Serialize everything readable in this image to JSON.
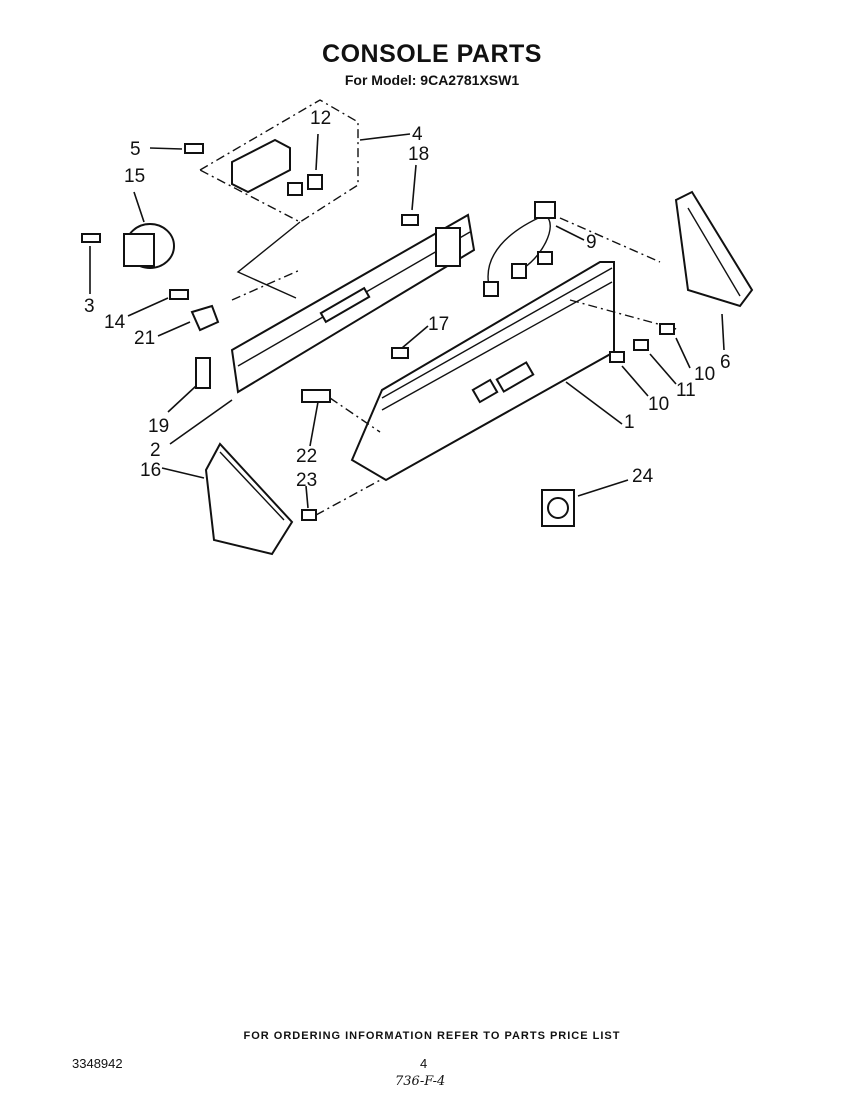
{
  "header": {
    "title": "CONSOLE PARTS",
    "subtitle": "For Model: 9CA2781XSW1"
  },
  "callouts": [
    {
      "id": "c1",
      "label": "1"
    },
    {
      "id": "c2",
      "label": "2"
    },
    {
      "id": "c3",
      "label": "3"
    },
    {
      "id": "c4",
      "label": "4"
    },
    {
      "id": "c5",
      "label": "5"
    },
    {
      "id": "c6",
      "label": "6"
    },
    {
      "id": "c9",
      "label": "9"
    },
    {
      "id": "c10a",
      "label": "10"
    },
    {
      "id": "c10b",
      "label": "10"
    },
    {
      "id": "c11",
      "label": "11"
    },
    {
      "id": "c12",
      "label": "12"
    },
    {
      "id": "c14",
      "label": "14"
    },
    {
      "id": "c15",
      "label": "15"
    },
    {
      "id": "c16",
      "label": "16"
    },
    {
      "id": "c17",
      "label": "17"
    },
    {
      "id": "c18",
      "label": "18"
    },
    {
      "id": "c19",
      "label": "19"
    },
    {
      "id": "c21",
      "label": "21"
    },
    {
      "id": "c22",
      "label": "22"
    },
    {
      "id": "c23",
      "label": "23"
    },
    {
      "id": "c24",
      "label": "24"
    }
  ],
  "footer": {
    "ordering_note": "FOR ORDERING INFORMATION REFER TO PARTS PRICE LIST",
    "document_number": "3348942",
    "page_number": "4",
    "handwritten_note": "736-F-4"
  }
}
